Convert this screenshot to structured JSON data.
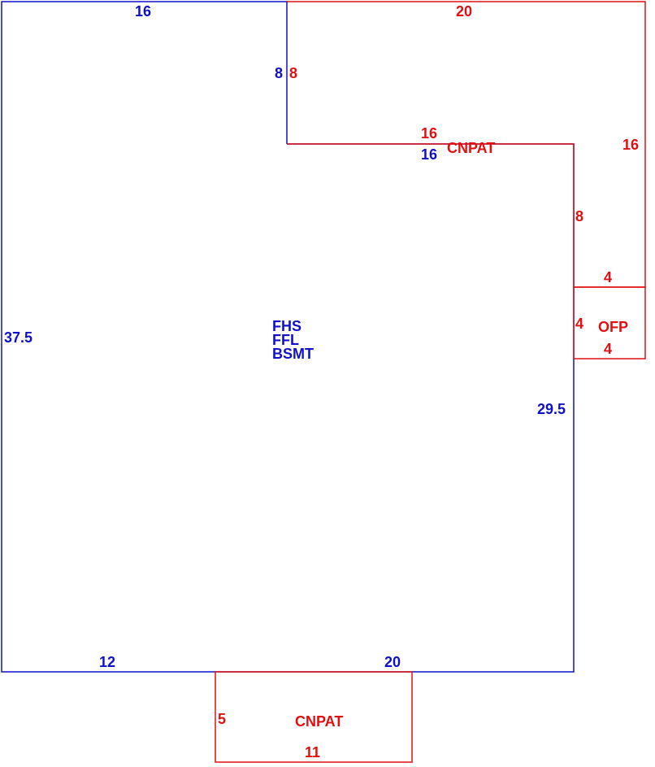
{
  "colors": {
    "main": "#1010c8",
    "extension": "#e01010",
    "background": "#ffffff"
  },
  "main_area": {
    "labels": [
      "FHS",
      "FFL",
      "BSMT"
    ],
    "dimensions": {
      "top": "16",
      "step_vertical": "8",
      "step_horizontal": "16",
      "left": "37.5",
      "right": "29.5",
      "bottom_left": "12",
      "bottom_right": "20"
    }
  },
  "cnpat_top": {
    "label": "CNPAT",
    "dimensions": {
      "top": "20",
      "left": "8",
      "right": "16",
      "bottom": "16",
      "inner_right": "8",
      "step": "4"
    }
  },
  "ofp": {
    "label": "OFP",
    "dimensions": {
      "left": "4",
      "bottom": "4"
    }
  },
  "cnpat_bottom": {
    "label": "CNPAT",
    "dimensions": {
      "left": "5",
      "bottom": "11"
    }
  }
}
